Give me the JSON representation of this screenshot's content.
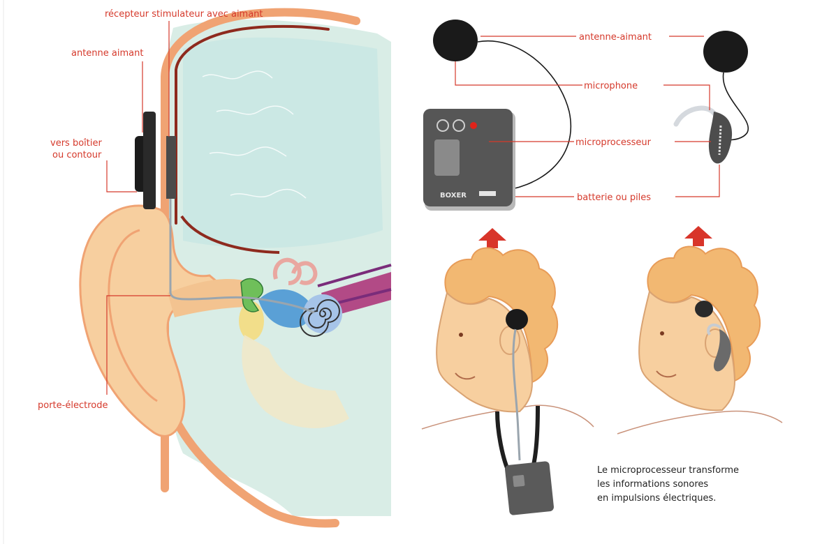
{
  "labels": {
    "recepteur": "récepteur stimulateur avec aimant",
    "antenne_aimant_left": "antenne aimant",
    "vers_boitier_line1": "vers boîtier",
    "vers_boitier_line2": "ou contour",
    "porte_electrode": "porte-électrode",
    "antenne_aimant_right": "antenne-aimant",
    "microphone": "microphone",
    "microprocesseur": "microprocesseur",
    "batterie": "batterie ou piles"
  },
  "device": {
    "brand_text": "BOXER"
  },
  "caption": {
    "line1": "Le microprocesseur transforme",
    "line2": "les informations sonores",
    "line3": "en impulsions électriques."
  },
  "colors": {
    "label_red": "#d5392b",
    "skin": "#f7cf9f",
    "hair": "#f2b872",
    "head_bg": "#d9ede6",
    "device_grey": "#5b5b5b"
  }
}
